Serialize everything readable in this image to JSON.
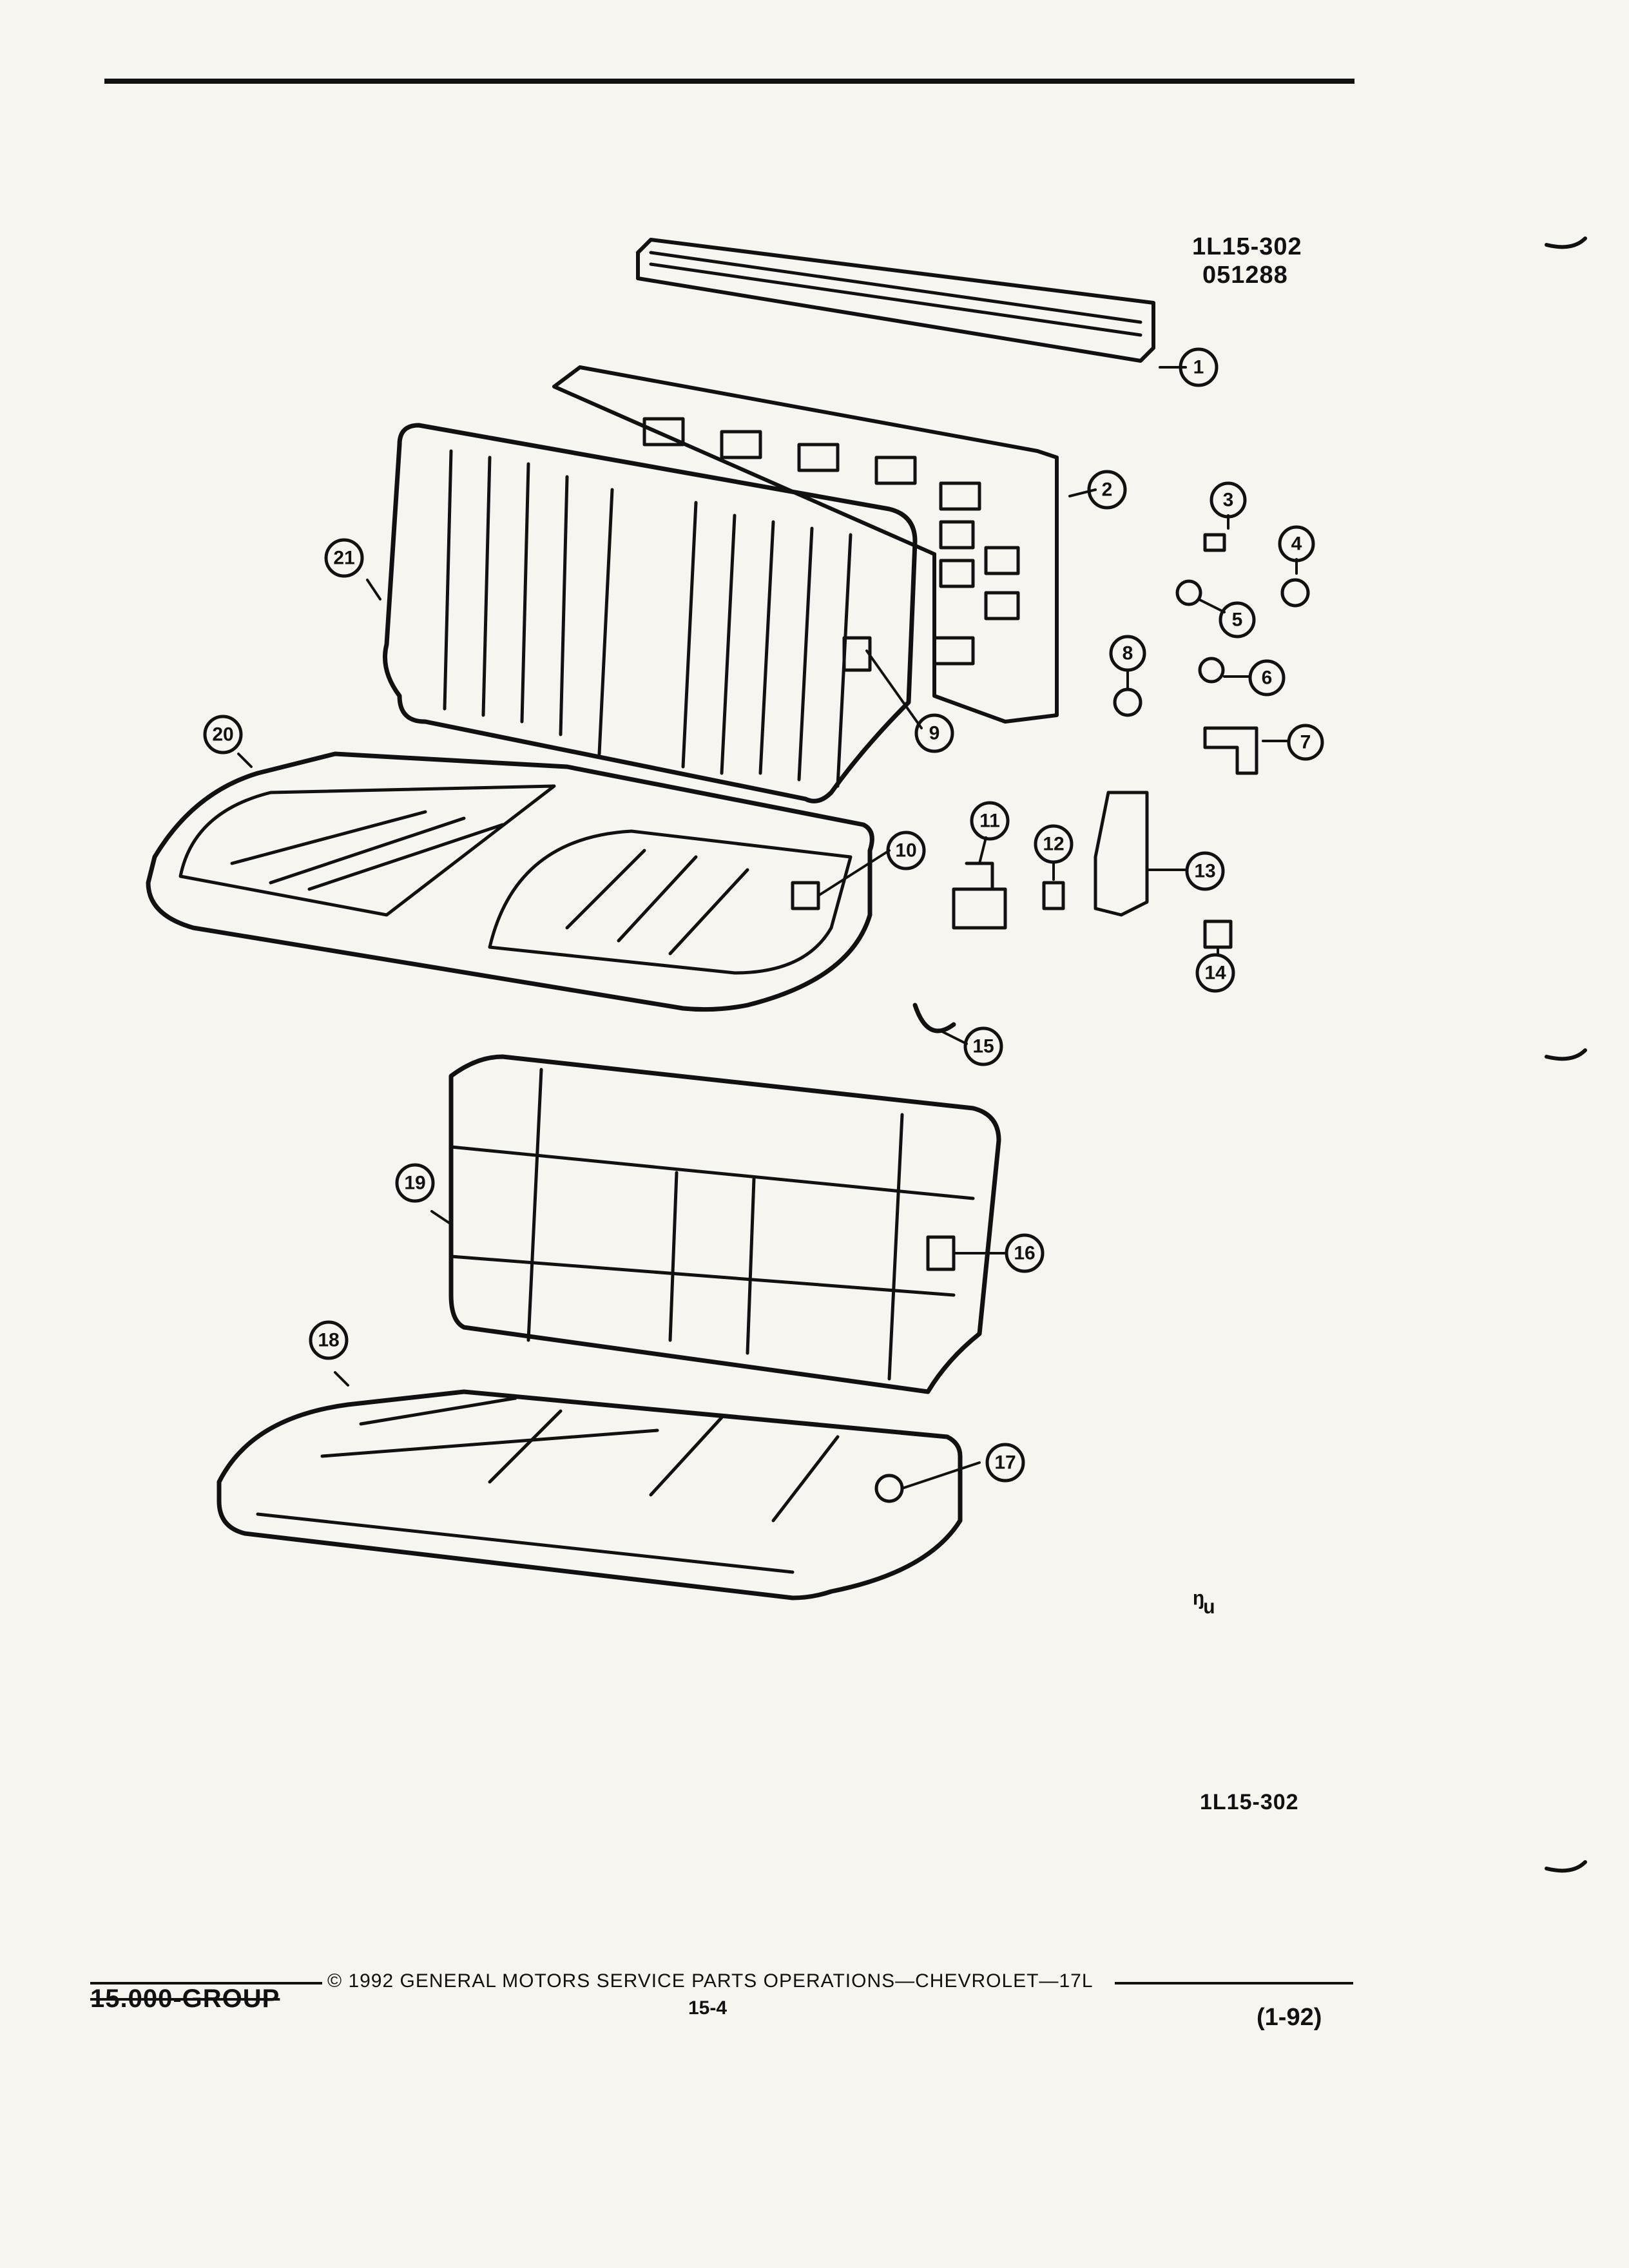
{
  "header": {
    "ref_code": "1L15-302",
    "ref_date": "051288"
  },
  "bottom_ref": "1L15-302",
  "callouts": [
    "1",
    "2",
    "3",
    "4",
    "5",
    "6",
    "7",
    "8",
    "9",
    "10",
    "11",
    "12",
    "13",
    "14",
    "15",
    "16",
    "17",
    "18",
    "19",
    "20",
    "21"
  ],
  "footer": {
    "group": "15.000-GROUP",
    "copyright": "© 1992 GENERAL MOTORS SERVICE PARTS OPERATIONS—CHEVROLET—17L",
    "page": "15-4",
    "date": "(1-92)"
  },
  "margin_mark": "ᵑᵤ"
}
